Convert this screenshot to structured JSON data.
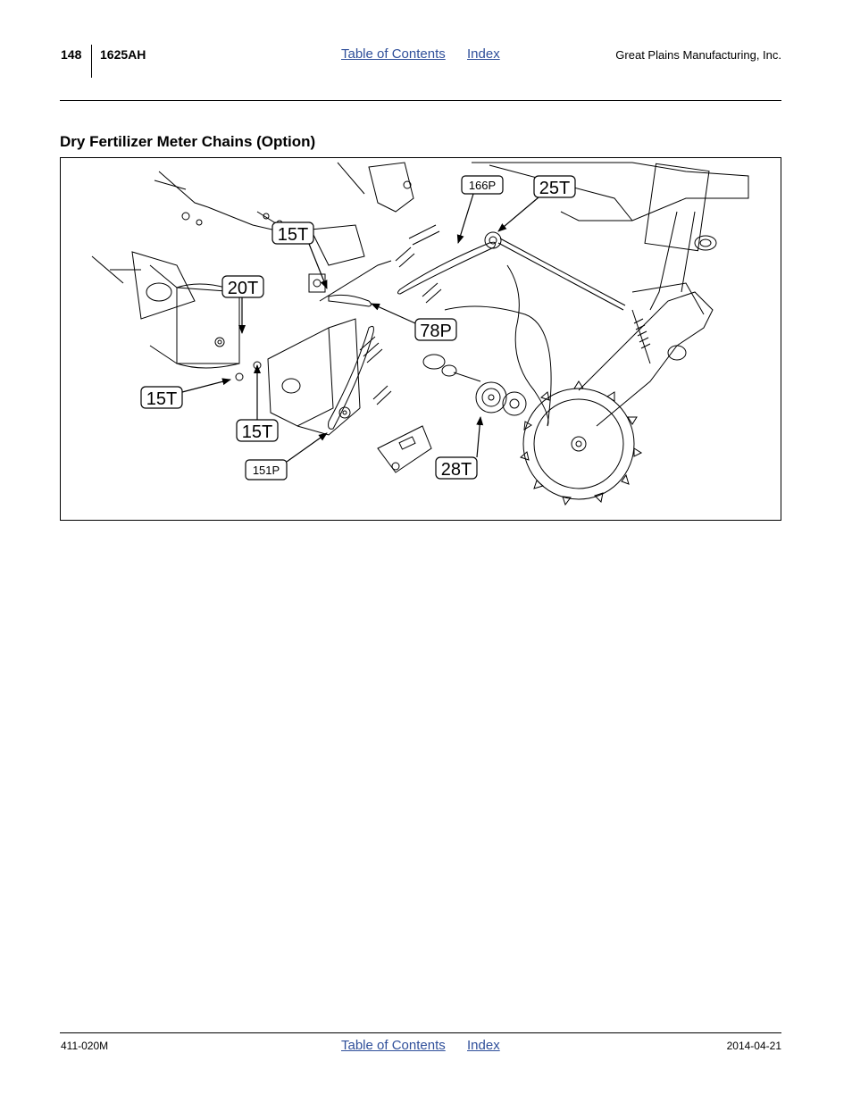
{
  "header": {
    "page_number": "148",
    "model": "1625AH",
    "toc_link": "Table of Contents",
    "index_link": "Index",
    "company": "Great Plains Manufacturing, Inc."
  },
  "section": {
    "title": "Dry Fertilizer Meter Chains (Option)"
  },
  "figure": {
    "callouts": {
      "c166p": "166P",
      "c25t": "25T",
      "c15t_top": "15T",
      "c20t": "20T",
      "c78p": "78P",
      "c15t_left": "15T",
      "c15t_bottom": "15T",
      "c28t": "28T",
      "c151p": "151P"
    }
  },
  "footer": {
    "doc_number": "411-020M",
    "toc_link": "Table of Contents",
    "index_link": "Index",
    "date": "2014-04-21"
  }
}
